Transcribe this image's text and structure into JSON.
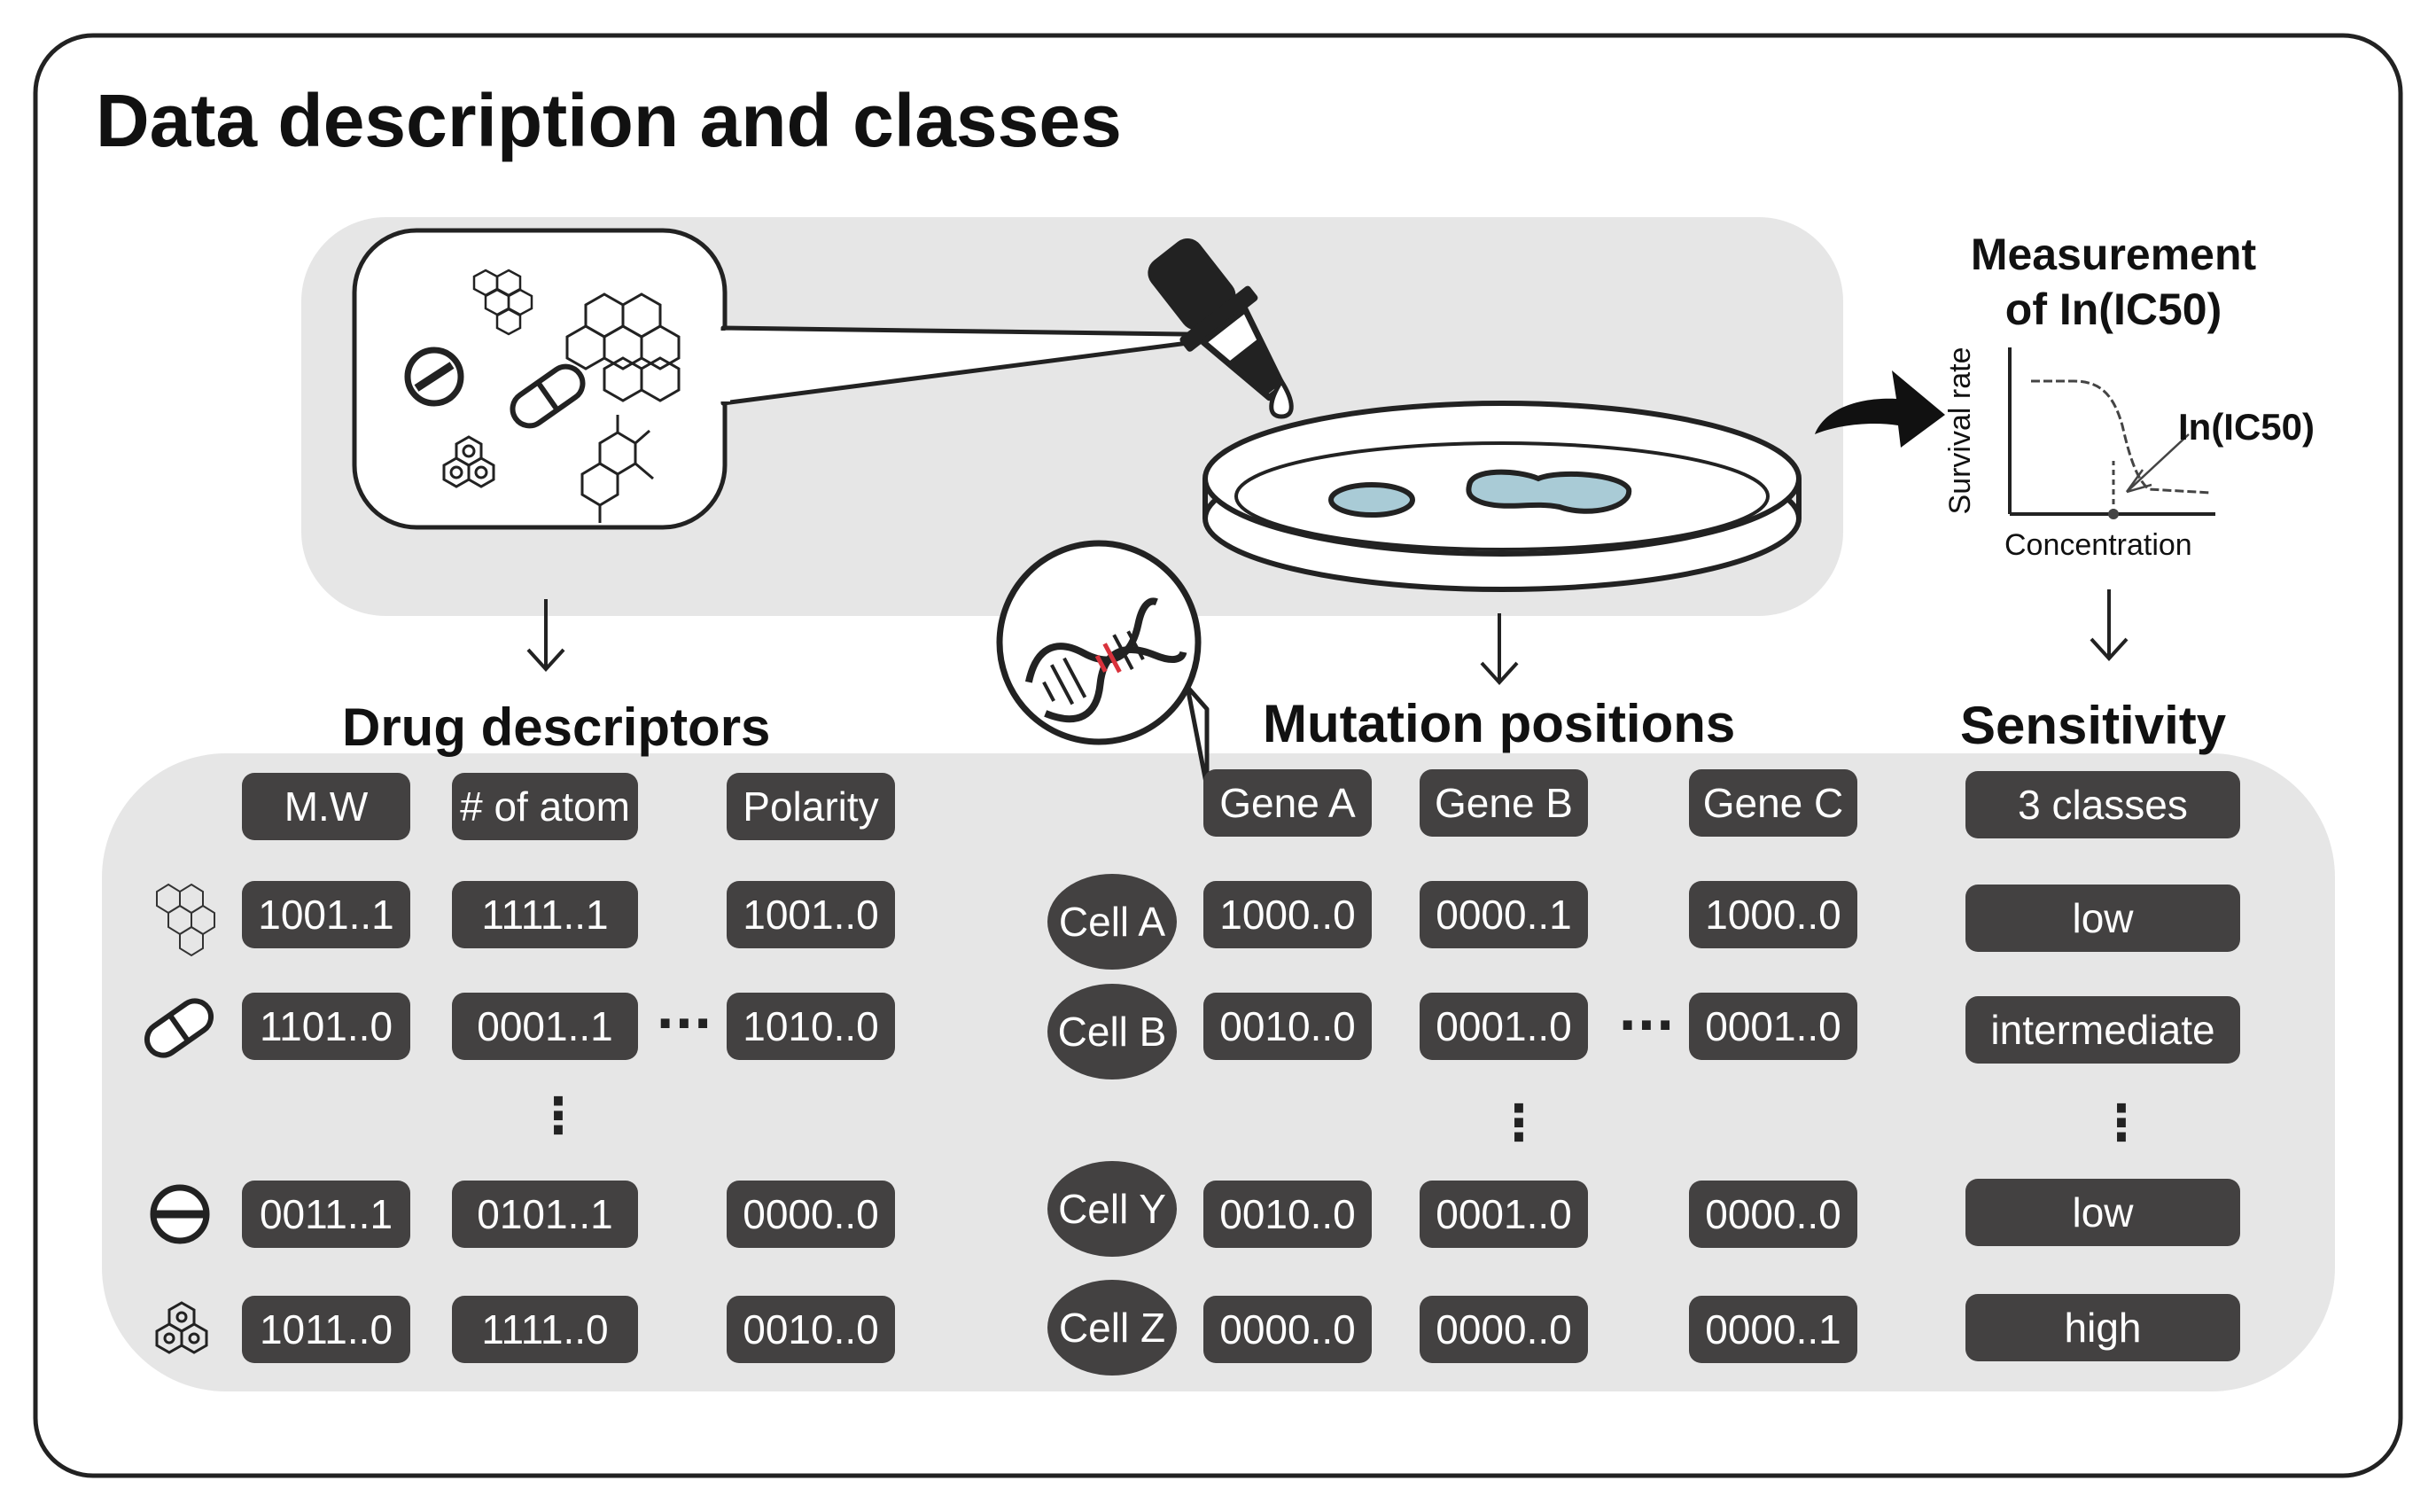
{
  "title": "Data description and classes",
  "measurement": {
    "title_line1": "Measurement",
    "title_line2": "of In(IC50)",
    "y_axis": "Survival rate",
    "x_axis": "Concentration",
    "marker_label": "In(IC50)"
  },
  "sections": {
    "drug": "Drug descriptors",
    "mutation": "Mutation positions",
    "sensitivity": "Sensitivity"
  },
  "drug_table": {
    "headers": [
      "M.W",
      "# of atom",
      "Polarity"
    ],
    "rows": [
      {
        "icon": "hexagon-cluster-icon",
        "values": [
          "1001..1",
          "1111..1",
          "1001..0"
        ]
      },
      {
        "icon": "capsule-icon",
        "values": [
          "1101..0",
          "0001..1",
          "1010..0"
        ]
      },
      {
        "icon": "tablet-icon",
        "values": [
          "0011..1",
          "0101..1",
          "0000..0"
        ]
      },
      {
        "icon": "benzene-trio-icon",
        "values": [
          "1011..0",
          "1111..0",
          "0010..0"
        ]
      }
    ],
    "ellipsis_h": "···",
    "ellipsis_v": "⋮"
  },
  "mutation_table": {
    "headers": [
      "Gene A",
      "Gene B",
      "Gene C"
    ],
    "rows": [
      {
        "cell": "Cell A",
        "values": [
          "1000..0",
          "0000..1",
          "1000..0"
        ]
      },
      {
        "cell": "Cell B",
        "values": [
          "0010..0",
          "0001..0",
          "0001..0"
        ]
      },
      {
        "cell": "Cell Y",
        "values": [
          "0010..0",
          "0001..0",
          "0000..0"
        ]
      },
      {
        "cell": "Cell Z",
        "values": [
          "0000..0",
          "0000..0",
          "0000..1"
        ]
      }
    ],
    "ellipsis_h": "···",
    "ellipsis_v": "⋮"
  },
  "sensitivity_table": {
    "header": "3 classes",
    "values": [
      "low",
      "intermediate",
      "low",
      "high"
    ],
    "ellipsis_v": "⋮"
  },
  "colors": {
    "pill": "#434141",
    "panel": "#e6e6e6",
    "dna_accent": "#d9323c",
    "liquid": "#a9cbd6"
  }
}
